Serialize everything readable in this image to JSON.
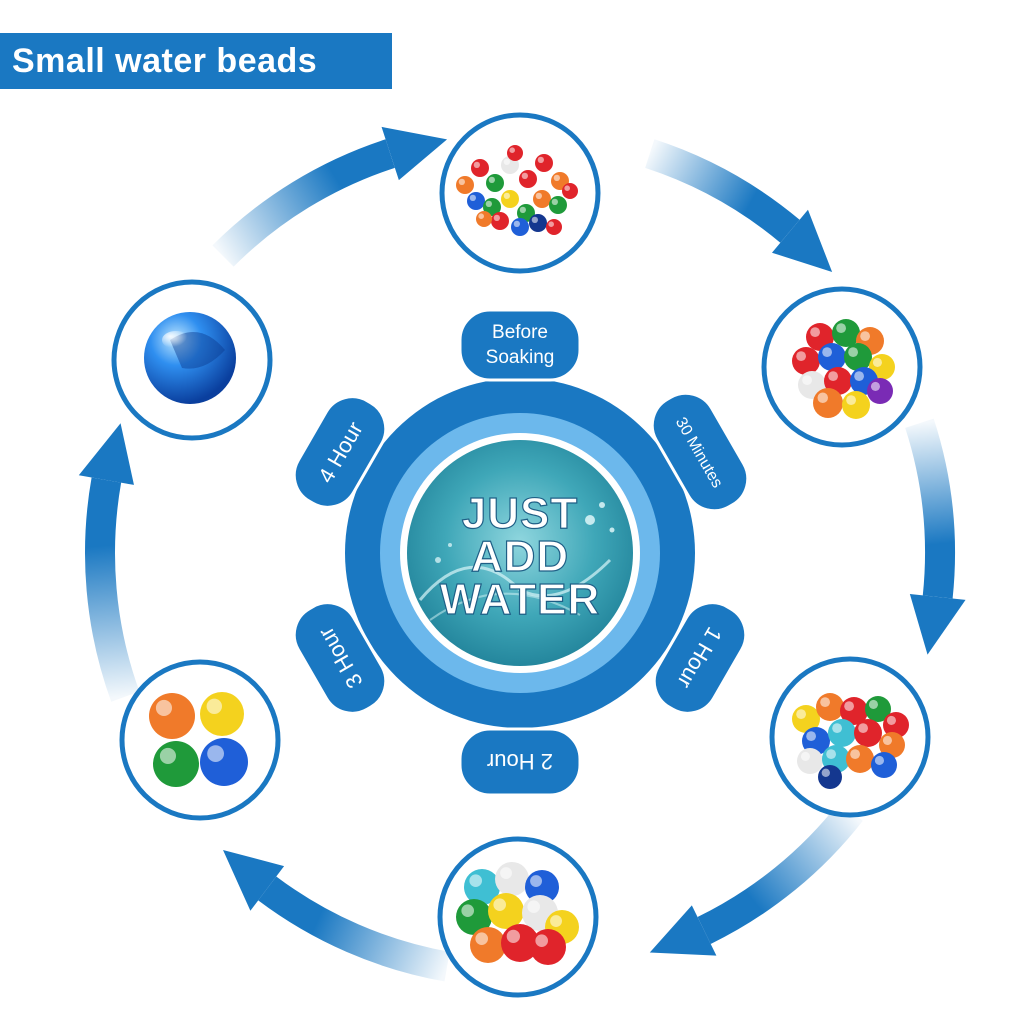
{
  "title": "Small water beads",
  "center": {
    "lines": [
      "JUST",
      "ADD",
      "WATER"
    ]
  },
  "stage_labels": [
    {
      "id": "before-soaking",
      "lines": [
        "Before",
        "Soaking"
      ]
    },
    {
      "id": "30-minutes",
      "lines": [
        "30 Minutes"
      ]
    },
    {
      "id": "1-hour",
      "lines": [
        "1 Hour"
      ]
    },
    {
      "id": "2-hour",
      "lines": [
        "2 Hour"
      ]
    },
    {
      "id": "3-hour",
      "lines": [
        "3 Hour"
      ]
    },
    {
      "id": "4-hour",
      "lines": [
        "4 Hour"
      ]
    }
  ],
  "stage_photos": [
    {
      "id": "before-soaking",
      "icon": "tiny-beads-photo"
    },
    {
      "id": "30-minutes",
      "icon": "small-beads-photo"
    },
    {
      "id": "1-hour",
      "icon": "medium-beads-photo"
    },
    {
      "id": "2-hour",
      "icon": "large-beads-photo"
    },
    {
      "id": "3-hour",
      "icon": "big-beads-photo"
    },
    {
      "id": "4-hour",
      "icon": "single-bead-photo"
    }
  ],
  "colors": {
    "primary": "#1a78c2",
    "ring_light": "#5fb1ea",
    "water": "#3fa7b8",
    "white": "#ffffff"
  }
}
